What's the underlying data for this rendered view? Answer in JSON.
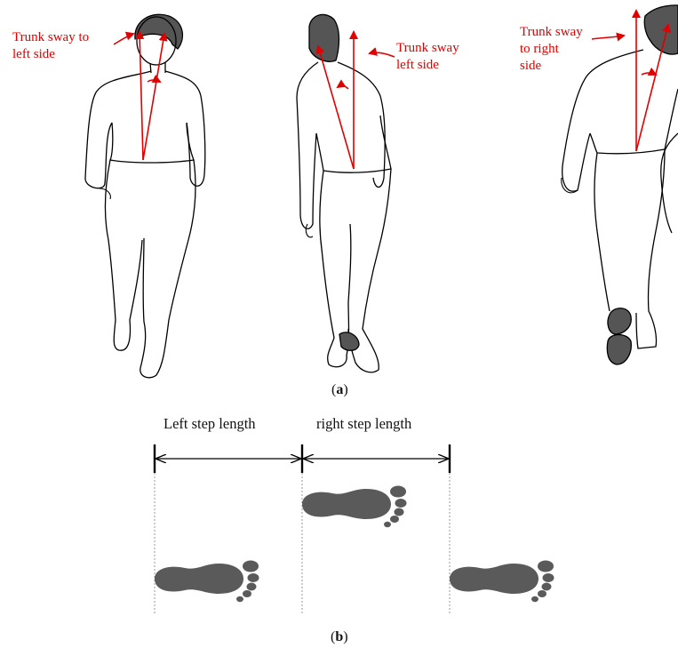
{
  "panel_a": {
    "label_open": "(",
    "label_letter": "a",
    "label_close": ")",
    "annotations": [
      {
        "line1": "Trunk sway to",
        "line2": "left side"
      },
      {
        "line1": "Trunk sway",
        "line2": "left side"
      },
      {
        "line1": "Trunk sway",
        "line2": "to right",
        "line3": "side"
      }
    ]
  },
  "panel_b": {
    "label_open": "(",
    "label_letter": "b",
    "label_close": ")",
    "left_step_label": "Left step length",
    "right_step_label": "right step length"
  },
  "colors": {
    "annotation": "#e00000",
    "outline": "#000000",
    "foot": "#5a5a5a",
    "shading": "#555555"
  }
}
